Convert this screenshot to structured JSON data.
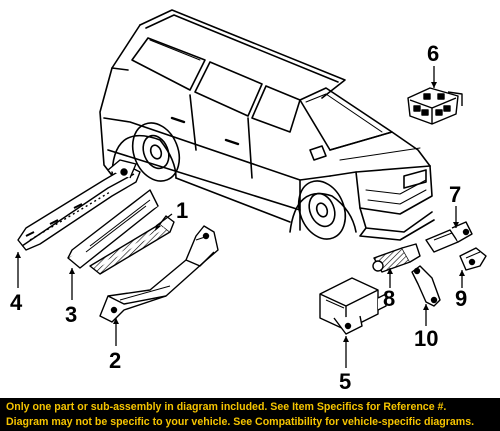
{
  "diagram": {
    "callouts": [
      "1",
      "2",
      "3",
      "4",
      "5",
      "6",
      "7",
      "8",
      "9",
      "10"
    ]
  },
  "footer": {
    "line1": "Only one part or sub-assembly in diagram included. See Item Specifics for Reference #.",
    "line2": "Diagram may not be specific to your vehicle. See Compatibility for vehicle-specific diagrams."
  },
  "colors": {
    "footer_background": "#000000",
    "footer_text": "#f5c400",
    "line_art": "#000000"
  }
}
